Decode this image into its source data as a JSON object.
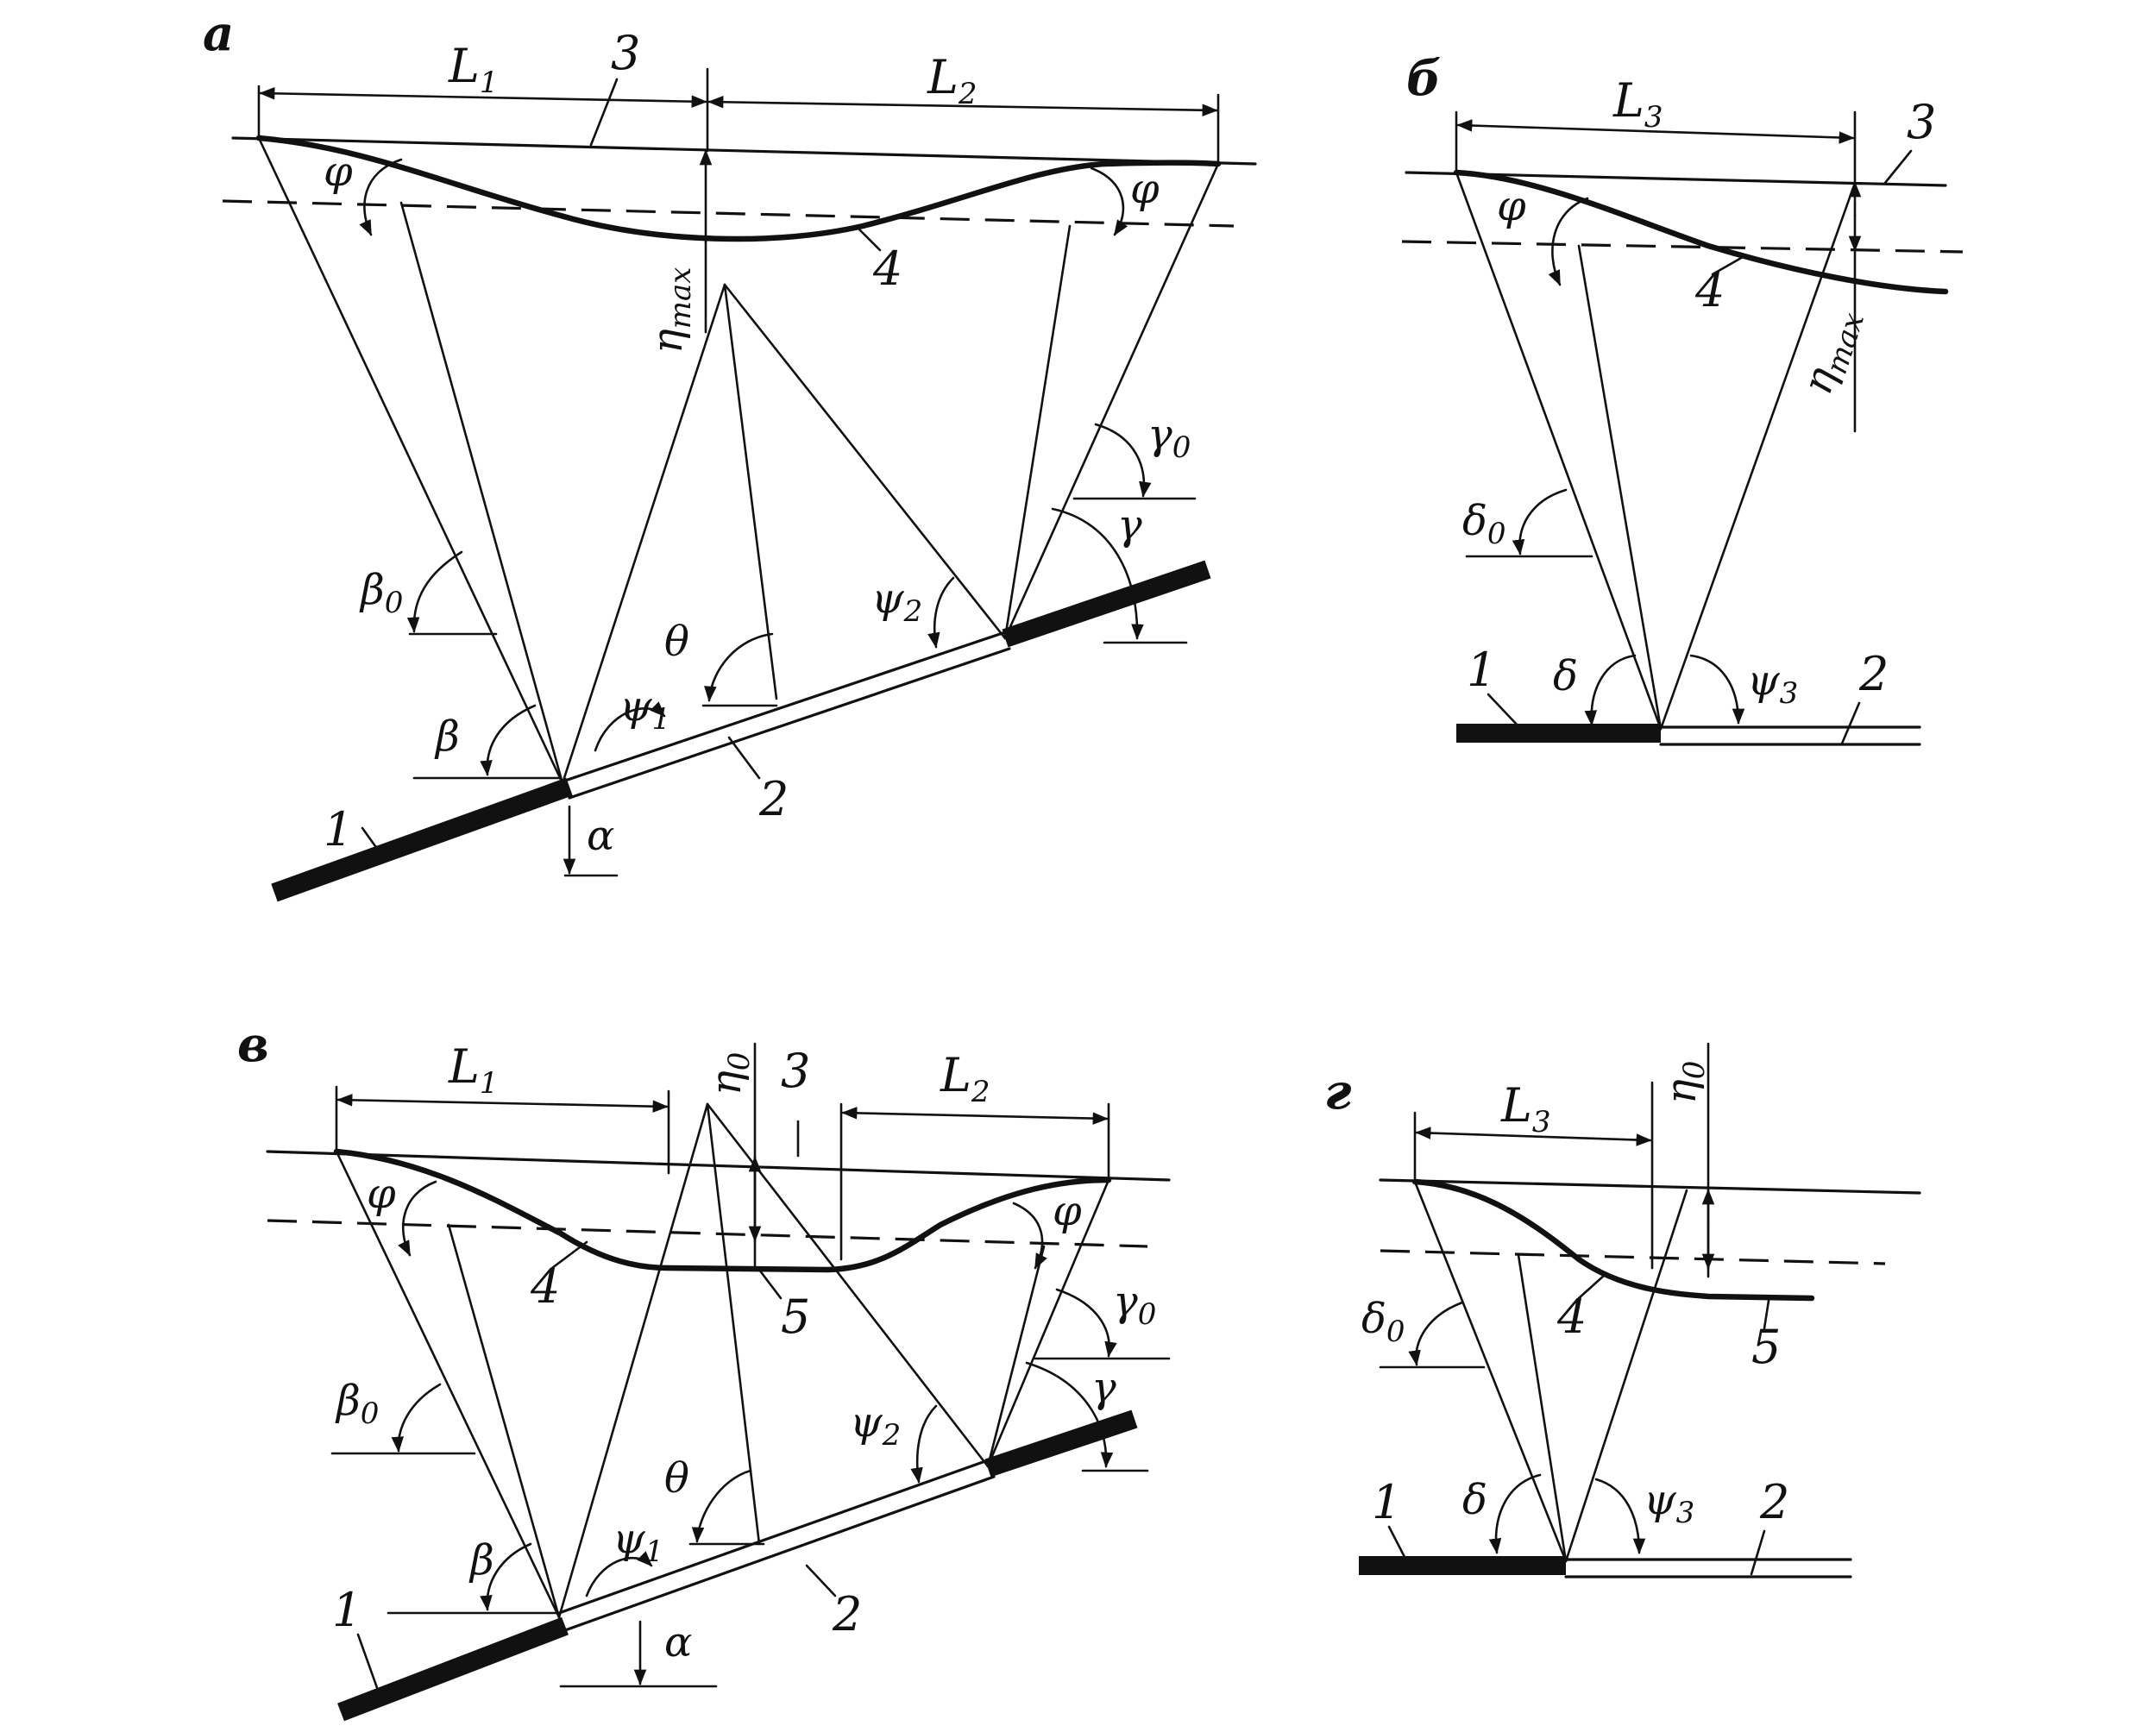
{
  "panels": {
    "a": {
      "letter": "а",
      "L1": "L",
      "L1_sub": "1",
      "L2": "L",
      "L2_sub": "2",
      "n3": "3",
      "n4": "4",
      "n2": "2",
      "n1": "1",
      "eta": "η",
      "eta_sub": "max",
      "phi": "φ",
      "beta0": "β",
      "beta0_sub": "0",
      "beta": "β",
      "psi1": "ψ",
      "psi1_sub": "1",
      "theta": "θ",
      "psi2": "ψ",
      "psi2_sub": "2",
      "gamma0": "γ",
      "gamma0_sub": "0",
      "gamma": "γ",
      "alpha": "α"
    },
    "b": {
      "letter": "б",
      "L3": "L",
      "L3_sub": "3",
      "n3": "3",
      "n4": "4",
      "n1": "1",
      "n2": "2",
      "eta": "η",
      "eta_sub": "max",
      "phi": "φ",
      "delta0": "δ",
      "delta0_sub": "0",
      "delta": "δ",
      "psi3": "ψ",
      "psi3_sub": "3"
    },
    "v": {
      "letter": "в",
      "L1": "L",
      "L1_sub": "1",
      "L2": "L",
      "L2_sub": "2",
      "eta0": "η",
      "eta0_sub": "0",
      "n3": "3",
      "n4": "4",
      "n5": "5",
      "n2": "2",
      "n1": "1",
      "phi": "φ",
      "beta0": "β",
      "beta0_sub": "0",
      "beta": "β",
      "psi1": "ψ",
      "psi1_sub": "1",
      "theta": "θ",
      "psi2": "ψ",
      "psi2_sub": "2",
      "gamma0": "γ",
      "gamma0_sub": "0",
      "gamma": "γ",
      "alpha": "α"
    },
    "g": {
      "letter": "г",
      "L3": "L",
      "L3_sub": "3",
      "eta0": "η",
      "eta0_sub": "0",
      "n4": "4",
      "n5": "5",
      "n1": "1",
      "n2": "2",
      "delta0": "δ",
      "delta0_sub": "0",
      "delta": "δ",
      "psi3": "ψ",
      "psi3_sub": "3"
    }
  }
}
